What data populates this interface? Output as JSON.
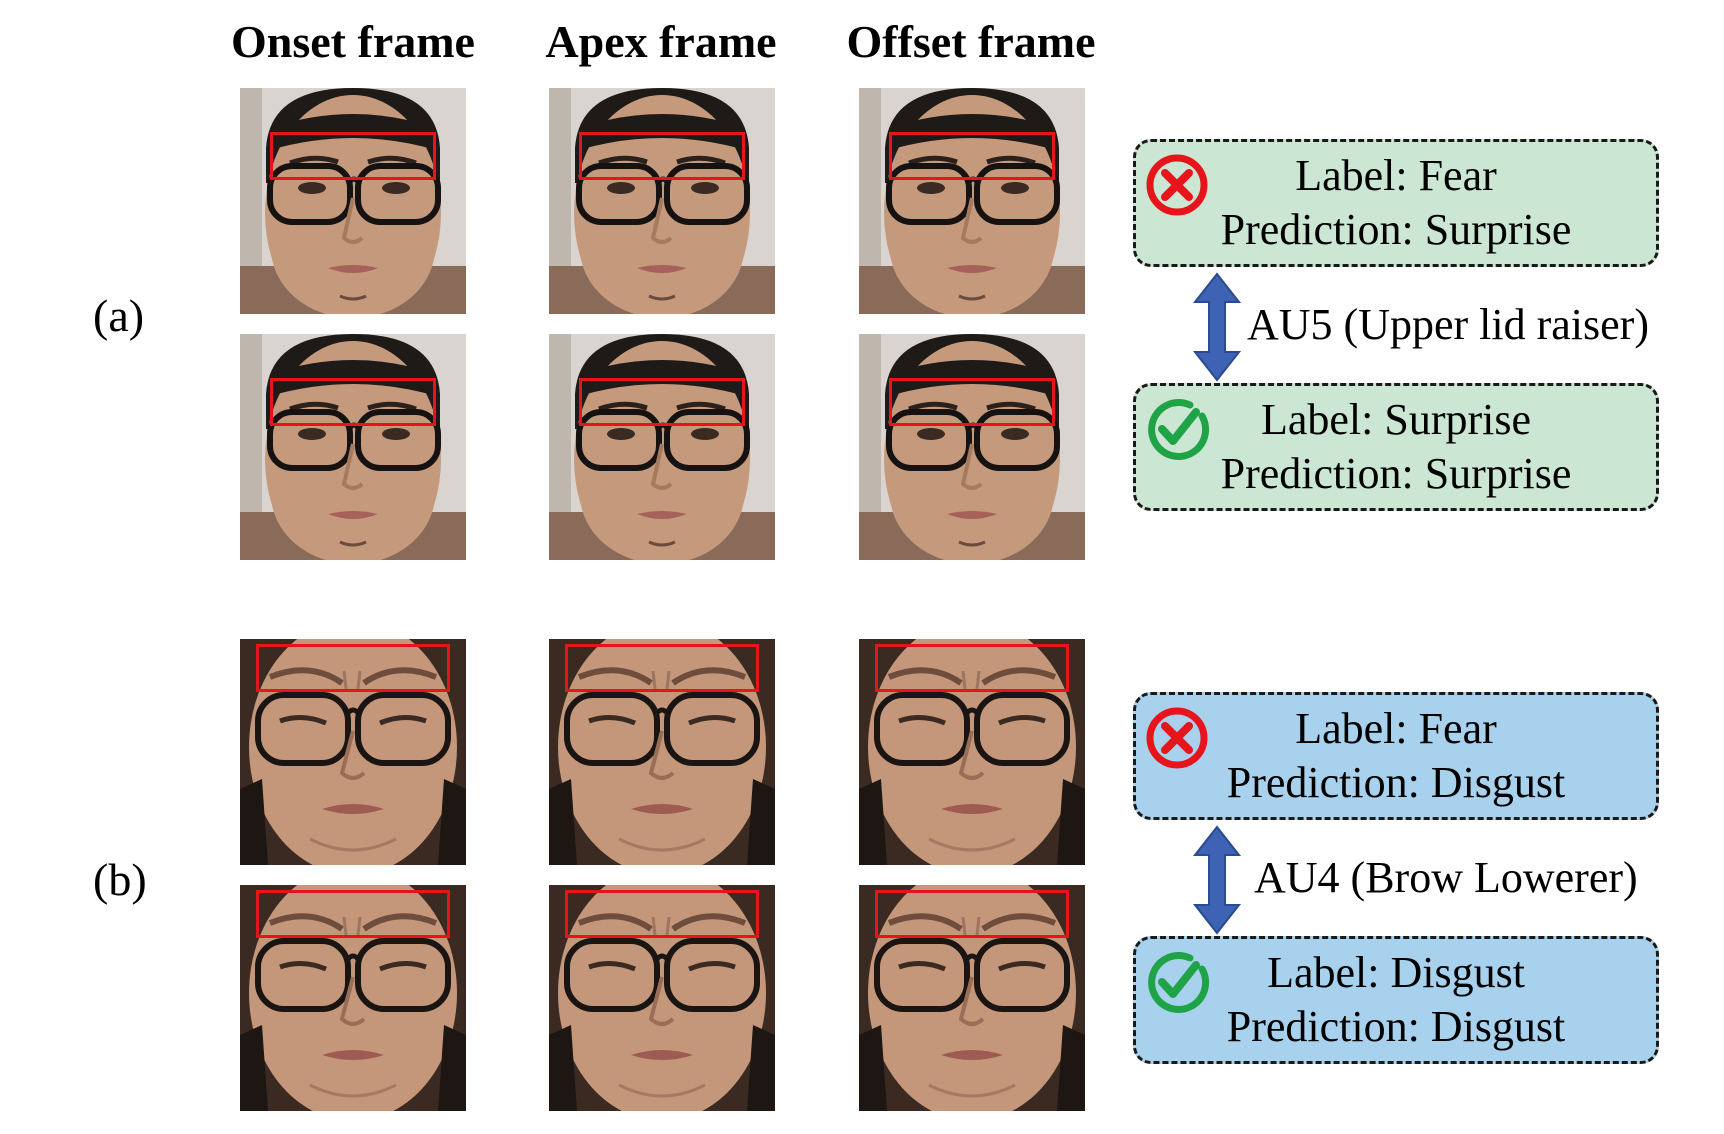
{
  "column_headers": [
    "Onset frame",
    "Apex frame",
    "Offset frame"
  ],
  "panels": [
    {
      "label": "(a)",
      "roi_region": "eyes",
      "wrong": {
        "label_text": "Label: Fear",
        "prediction_text": "Prediction: Surprise",
        "icon": "cross-icon",
        "icon_color": "#e8141b"
      },
      "right": {
        "label_text": "Label: Surprise",
        "prediction_text": "Prediction: Surprise",
        "icon": "check-icon",
        "icon_color": "#1ea446"
      },
      "au_text": "AU5 (Upper lid raiser)",
      "box_color": "#cbe6d3"
    },
    {
      "label": "(b)",
      "roi_region": "brows",
      "wrong": {
        "label_text": "Label: Fear",
        "prediction_text": "Prediction: Disgust",
        "icon": "cross-icon",
        "icon_color": "#e8141b"
      },
      "right": {
        "label_text": "Label: Disgust",
        "prediction_text": "Prediction: Disgust",
        "icon": "check-icon",
        "icon_color": "#1ea446"
      },
      "au_text": "AU4 (Brow Lowerer)",
      "box_color": "#a7d1ec"
    }
  ],
  "colors": {
    "roi_box": "#e8141b",
    "arrow": "#3e62b4",
    "skin_a": "#c59a7c",
    "skin_b": "#c4967a",
    "hair": "#2a2420"
  }
}
